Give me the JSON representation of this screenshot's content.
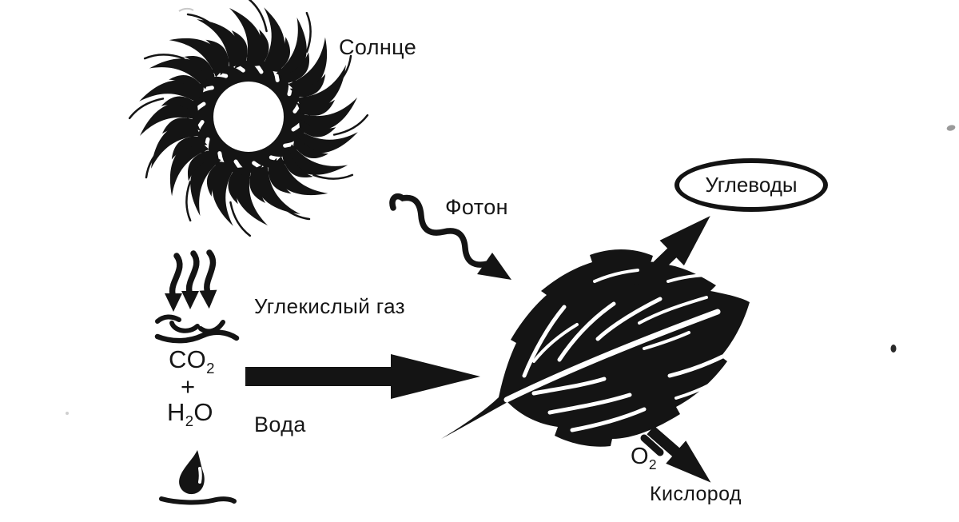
{
  "labels": {
    "sun": "Солнце",
    "photon": "Фотон",
    "carbohydrates": "Углеводы",
    "co2_gas": "Углекислый газ",
    "water": "Вода",
    "oxygen": "Кислород"
  },
  "formulas": {
    "co2_base": "CO",
    "co2_sub": "2",
    "plus": "+",
    "h2o_p1": "H",
    "h2o_sub": "2",
    "h2o_p2": "O",
    "o2_base": "O",
    "o2_sub": "2"
  },
  "icons": {
    "sun-icon": "swirling spiral sun",
    "photon-wave-arrow-icon": "wavy squiggle arrow pointing down-right",
    "leaf-icon": "black leaf silhouette with white veins",
    "gas-down-arrows-icon": "three wavy arrows sinking into water surface",
    "water-surface-waves-icon": "short wavy water lines",
    "water-droplet-icon": "black water drop above a wavy line",
    "reactants-arrow-icon": "thick arrow pointing right into leaf",
    "carbohydrates-arrow-icon": "arrow from leaf up to carbohydrates oval",
    "oxygen-arrow-icon": "arrow from leaf down to oxygen"
  },
  "colors": {
    "background": "#ffffff",
    "ink": "#141414"
  }
}
